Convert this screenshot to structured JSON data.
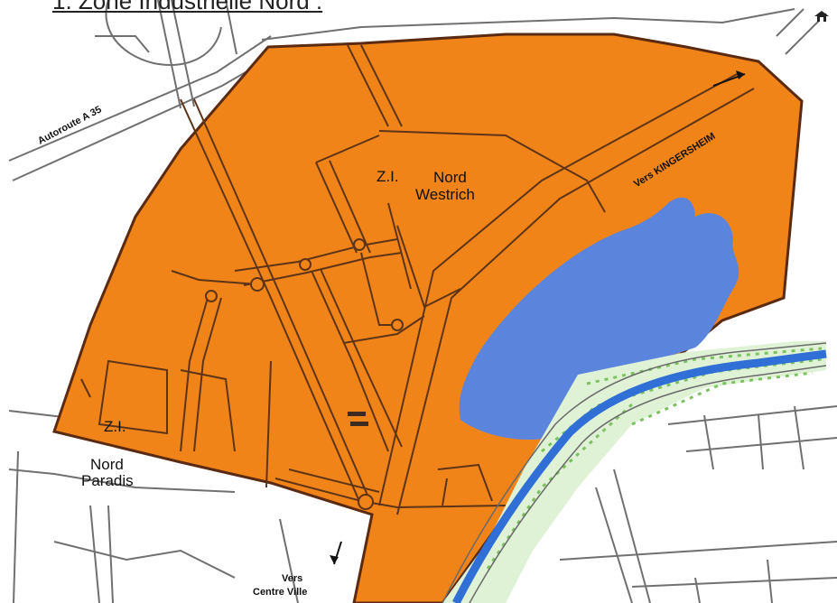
{
  "title": "1. Zone Industrielle Nord :",
  "labels": {
    "zi_nord_westrich_line1": "Z.I.",
    "zi_nord_westrich_line2": "Nord",
    "zi_nord_westrich_line3": "Westrich",
    "zi_nord_paradis_line1": "Z.I.",
    "zi_nord_paradis_line2": "Nord",
    "zi_nord_paradis_line3": "Paradis",
    "autoroute": "Autoroute A 35",
    "vers_kingersheim": "Vers KINGERSHEIM",
    "vers_centre_ville_line1": "Vers",
    "vers_centre_ville_line2": "Centre Ville"
  },
  "colors": {
    "zone_fill": "#f08418",
    "zone_border": "#5a2a12",
    "lake": "#5b84dd",
    "canal": "#2f6fd6",
    "greenery": "#8fd07a",
    "roads": "#6b6b6b"
  },
  "icons": {
    "corner": "home-icon"
  }
}
